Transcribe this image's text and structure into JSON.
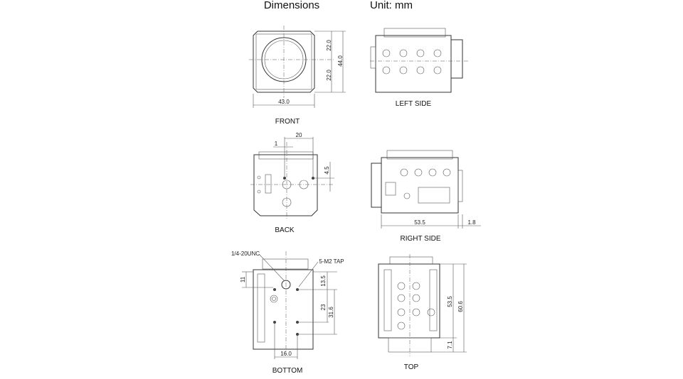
{
  "header": {
    "title": "Dimensions",
    "unit": "Unit: mm"
  },
  "views": {
    "front": {
      "label": "FRONT",
      "dims": {
        "half_top": "22.0",
        "half_bottom": "22.0",
        "height": "44.0",
        "width": "43.0"
      }
    },
    "left_side": {
      "label": "LEFT SIDE"
    },
    "back": {
      "label": "BACK",
      "dims": {
        "width": "20",
        "offset": "1",
        "vertical": "4.5"
      }
    },
    "right_side": {
      "label": "RIGHT SIDE",
      "dims": {
        "length": "53.5",
        "lens": "1.8"
      }
    },
    "bottom": {
      "label": "BOTTOM",
      "callouts": {
        "mount": "1/4-20UNC",
        "tap": "5-M2 TAP"
      },
      "dims": {
        "top_offset": "11",
        "tap_top": "13.5",
        "tap_spacing": "23",
        "tap_total": "31.6",
        "tap_width": "16.0"
      }
    },
    "top": {
      "label": "TOP",
      "dims": {
        "body": "53.5",
        "total": "60.6",
        "lens": "7.1"
      }
    }
  }
}
